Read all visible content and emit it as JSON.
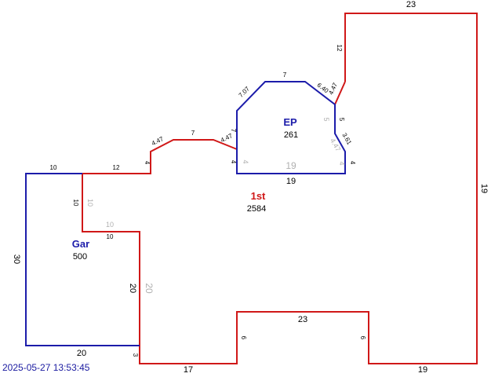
{
  "colors": {
    "first_floor": "#d01818",
    "garage": "#1c1caa",
    "porch": "#1c1caa",
    "ghost": "#b0b0b0"
  },
  "areas": {
    "first": {
      "name": "1st",
      "size": "2584"
    },
    "porch": {
      "name": "EP",
      "size": "261"
    },
    "garage": {
      "name": "Gar",
      "size": "500"
    }
  },
  "dims": {
    "top": "23",
    "tr_small": "12",
    "right": "19",
    "bottom_right": "19",
    "notch_top": "23",
    "notch_left": "6",
    "notch_right": "6",
    "bottom_mid": "17",
    "bottom_small": "3",
    "gar_inner_v": "20",
    "gar_inner_v_ghost": "20",
    "gar_step_h": "10",
    "gar_step_h_ghost": "10",
    "gar_step_v": "10",
    "gar_step_v_ghost": "10",
    "gar_top": "10",
    "gar_left": "30",
    "gar_bottom": "20",
    "r1_h": "12",
    "r1_v": "4",
    "r1_diag1": "4.47",
    "r1_top": "7",
    "r1_diag2": "4.47",
    "r1_v2": "7",
    "ep_v_ghost": "4",
    "ep_bottom": "19",
    "ep_bottom_ghost": "19",
    "ep_diag_l": "7.07",
    "ep_top": "7",
    "ep_diag_r": "6.40",
    "ep_diag_r2": "4.47",
    "ep_v_r": "5",
    "ep_v_r_ghost": "5",
    "ep_diag_r3": "3.61",
    "ep_diag_r3_ghost": "4.47",
    "ep_small_r": "4",
    "ep_small_r_ghost": "4",
    "ep_left_v": "4"
  },
  "timestamp": "2025-05-27 13:53:45"
}
